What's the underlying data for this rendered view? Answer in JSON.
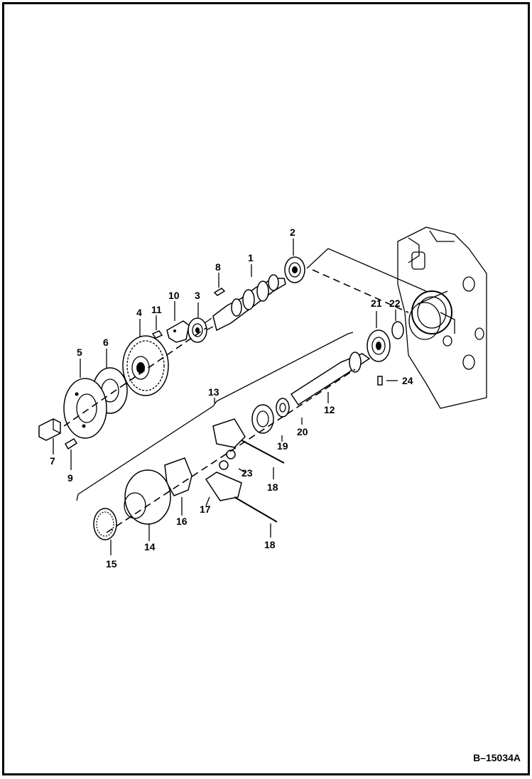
{
  "figure_id": "B–15034A",
  "callouts": [
    {
      "id": "c1",
      "text": "1"
    },
    {
      "id": "c2",
      "text": "2"
    },
    {
      "id": "c3",
      "text": "3"
    },
    {
      "id": "c4",
      "text": "4"
    },
    {
      "id": "c5",
      "text": "5"
    },
    {
      "id": "c6",
      "text": "6"
    },
    {
      "id": "c7",
      "text": "7"
    },
    {
      "id": "c8",
      "text": "8"
    },
    {
      "id": "c9",
      "text": "9"
    },
    {
      "id": "c10",
      "text": "10"
    },
    {
      "id": "c11",
      "text": "11"
    },
    {
      "id": "c12",
      "text": "12"
    },
    {
      "id": "c13",
      "text": "13"
    },
    {
      "id": "c14",
      "text": "14"
    },
    {
      "id": "c15",
      "text": "15"
    },
    {
      "id": "c16",
      "text": "16"
    },
    {
      "id": "c17",
      "text": "17"
    },
    {
      "id": "c18a",
      "text": "18"
    },
    {
      "id": "c18b",
      "text": "18"
    },
    {
      "id": "c19",
      "text": "19"
    },
    {
      "id": "c20",
      "text": "20"
    },
    {
      "id": "c21",
      "text": "21"
    },
    {
      "id": "c22",
      "text": "22"
    },
    {
      "id": "c23",
      "text": "23"
    },
    {
      "id": "c24",
      "text": "24"
    }
  ]
}
